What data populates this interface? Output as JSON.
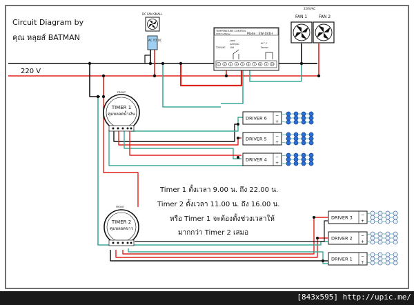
{
  "title_line1": "Circuit Diagram by",
  "title_line2": "คุณ หลุยส์ BATMAN",
  "mains_label": "220 V",
  "fan_small_label": "DC FAN SMALL",
  "adapter_label": "AC TO DC",
  "fan_ac_label": "220V/AC",
  "fan1_label": "FAN 1",
  "fan2_label": "FAN 2",
  "controller": {
    "title": "TEMPERATURE CONTROL",
    "subtitle": "With 5v/Relay",
    "mode": "Mode : EW-181H",
    "left_small": "220V/AC",
    "center_small_1": "Load",
    "center_small_2": "220V/AC",
    "center_small_3": "10A",
    "right_small": "N T C",
    "right_small_2": "Sensor",
    "terminals": [
      "1",
      "2",
      "3",
      "4",
      "5",
      "6",
      "7",
      "8",
      "9",
      "10"
    ]
  },
  "timer1": {
    "front": "FRONT",
    "name": "TIMER 1",
    "desc": "คุมหลอดน้ำเงิน"
  },
  "timer2": {
    "front": "FRONT",
    "name": "TIMER 2",
    "desc": "คุมหลอดขาว"
  },
  "drivers_blue": [
    "DRIVER 6",
    "DRIVER 5",
    "DRIVER 4"
  ],
  "drivers_white": [
    "DRIVER 3",
    "DRIVER 2",
    "DRIVER 1"
  ],
  "notes": [
    "Timer 1 ตั้งเวลา 9.00 น. ถึง 22.00 น.",
    "Timer 2 ตั้งเวลา 11.00 น. ถึง 16.00 น.",
    "หรือ Timer 1 จะต้องตั้งช่วงเวลาให้",
    "มากกว่า Timer 2 เสมอ"
  ],
  "footer": "[843x595] http://upic.me/",
  "colors": {
    "wire_black": "#111111",
    "wire_red": "#e0201a",
    "wire_green": "#3aa896",
    "led_blue": "#2a6fd6",
    "led_white": "#eef4ff"
  }
}
